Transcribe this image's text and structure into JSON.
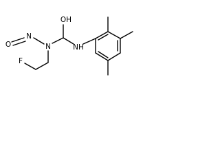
{
  "molecule": {
    "atoms": {
      "hydroxyl": "OH",
      "nitroso_oxygen": "O",
      "nitroso_nitrogen": "N",
      "amine_nitrogen": "N",
      "amide_nitrogen": "NH",
      "fluorine": "F"
    }
  }
}
